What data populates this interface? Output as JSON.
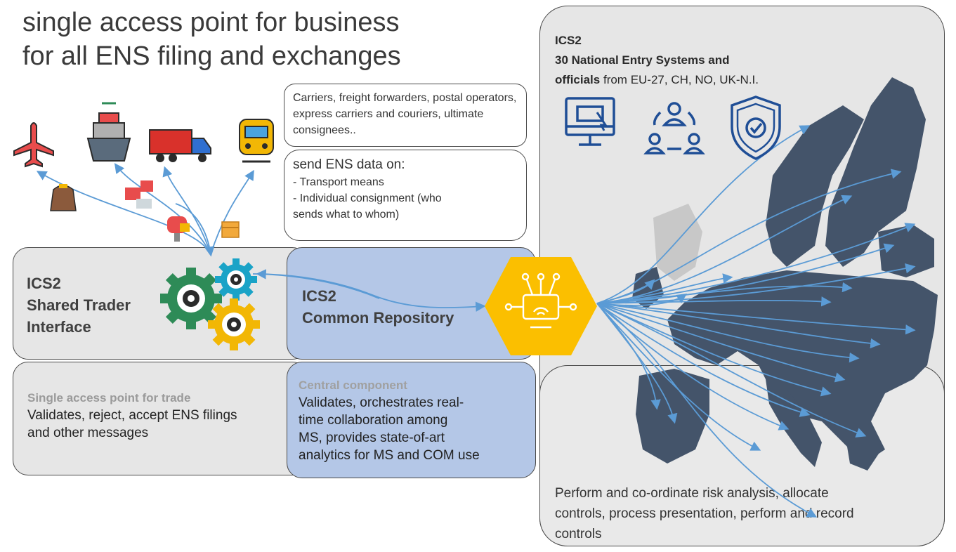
{
  "title_lines": [
    "single access point for business",
    "for all ENS filing and exchanges"
  ],
  "actors_box": {
    "text": "Carriers, freight forwarders, postal operators, express carriers and couriers, ultimate consignees.."
  },
  "ens_box": {
    "heading": "send ENS data on:",
    "items": [
      "- Transport means",
      "- Individual consignment (who",
      "sends what to whom)"
    ]
  },
  "sti": {
    "label_lines": [
      "ICS2",
      "Shared Trader",
      "Interface"
    ],
    "desc_title": "Single access point for trade",
    "desc_lines": [
      "Validates, reject, accept ENS filings",
      "and other messages"
    ]
  },
  "cr": {
    "label_lines": [
      "ICS2",
      "Common Repository"
    ],
    "desc_title": "Central component",
    "desc_lines": [
      "Validates, orchestrates real-",
      "time collaboration among",
      "MS, provides state-of-art",
      "analytics for MS and COM use"
    ]
  },
  "nes": {
    "label": "ICS2",
    "bold_line1": "30 National Entry Systems and",
    "bold_line2": "officials",
    "rest_line2": " from EU-27, CH, NO, UK-N.I.",
    "bottom_lines": [
      "Perform and co-ordinate risk analysis, allocate",
      "controls, process presentation, perform and record",
      "controls"
    ]
  },
  "icons": [
    "airplane-icon",
    "ship-icon",
    "truck-icon",
    "train-icon",
    "parcel-bag-icon",
    "boxes-icon",
    "mailbox-icon",
    "package-icon",
    "gears-icon",
    "network-hub-icon",
    "monitor-icon",
    "collaboration-icon",
    "shield-check-icon",
    "europe-map"
  ],
  "colors": {
    "grey_box": "#e6e6e6",
    "blue_box": "#b4c7e7",
    "hexagon": "#fbbf00",
    "arrow": "#5b9bd5",
    "map": "#44546a",
    "icon_blue": "#1f4e96"
  }
}
